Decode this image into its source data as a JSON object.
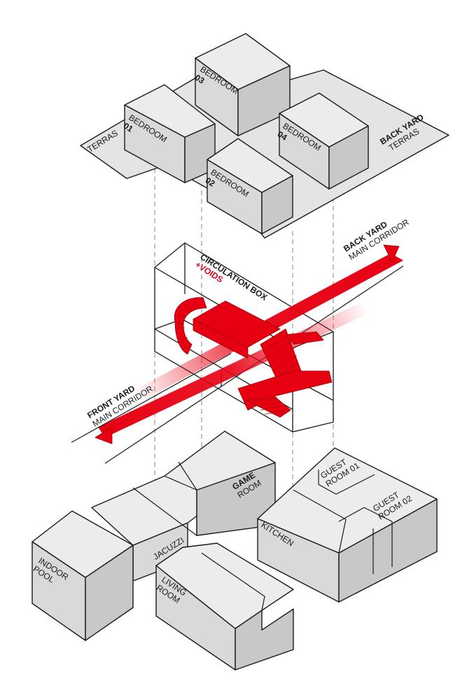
{
  "colors": {
    "accent": "#e60012",
    "block_fill": "#d9d9d9",
    "outline": "#1a1a1a",
    "guide": "#9a9a9a"
  },
  "top_level": {
    "terras": "TERRAS",
    "back_yard": "BACK YARD",
    "back_yard_sub": "TERRAS",
    "bedroom_word": "BEDROOM",
    "bedroom_01": "01",
    "bedroom_02": "02",
    "bedroom_03": "03",
    "bedroom_04": "04"
  },
  "middle_level": {
    "circulation": "CIRCULATION BOX",
    "voids": "+VOIDS",
    "back_title": "BACK YARD",
    "back_sub": "MAIN CORRIDOR",
    "front_title": "FRONT YARD",
    "front_sub": "MAIN CORRIDOR"
  },
  "bottom_level": {
    "game": "GAME",
    "game_room": "ROOM",
    "jacuzzi": "JACUZZI",
    "indoor": "INDOOR",
    "pool": "POOL",
    "living": "LIVING",
    "living_room": "ROOM",
    "kitchen": "KITCHEN",
    "guest": "GUEST",
    "guest_room_01": "ROOM 01",
    "guest_room_02": "ROOM 02"
  }
}
